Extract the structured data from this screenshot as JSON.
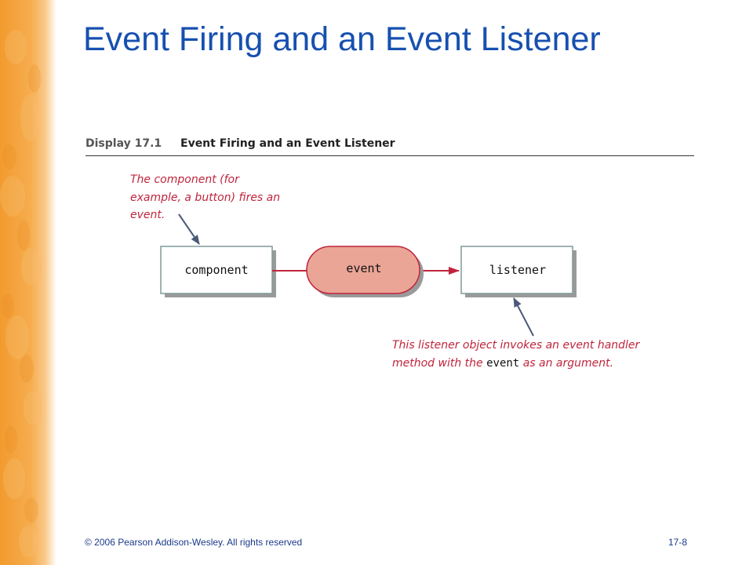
{
  "slide": {
    "title": "Event Firing and an Event Listener"
  },
  "display": {
    "number": "Display 17.1",
    "title": "Event Firing and an Event Listener"
  },
  "diagram": {
    "component_label": "component",
    "event_label": "event",
    "listener_label": "listener",
    "annotation_component": {
      "line1": "The component (for",
      "line2": "example, a button) fires an",
      "line3": "event."
    },
    "annotation_listener": {
      "line1": "This listener object invokes an event handler",
      "line2_prefix": "method with the ",
      "line2_code": "event",
      "line2_suffix": " as an argument."
    }
  },
  "colors": {
    "title_blue": "#1750b0",
    "annotation_red": "#c0243c",
    "event_fill": "#eaa596",
    "event_stroke": "#c0243c",
    "arrow_red": "#c0243c",
    "pointer_gray": "#4a5a78",
    "stripe_orange": "#f6a743"
  },
  "footer": {
    "copyright": "© 2006 Pearson Addison-Wesley. All rights reserved",
    "page": "17-8"
  }
}
